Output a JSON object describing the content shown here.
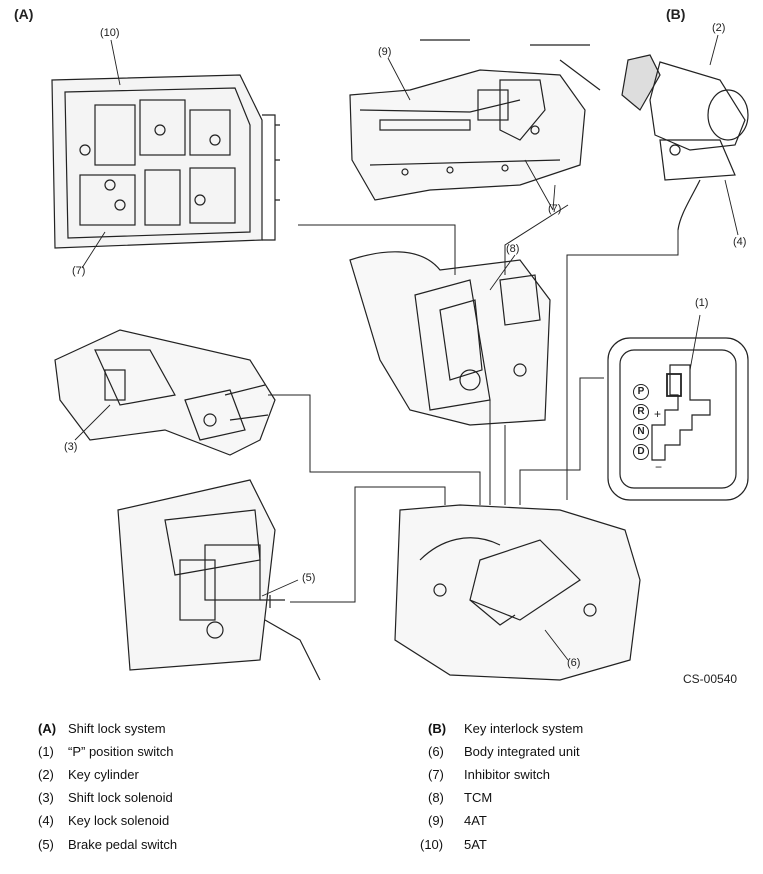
{
  "panel_labels": {
    "a": "(A)",
    "b": "(B)"
  },
  "callouts": {
    "n1": "(1)",
    "n2": "(2)",
    "n3": "(3)",
    "n4": "(4)",
    "n5": "(5)",
    "n6": "(6)",
    "n7a": "(7)",
    "n7b": "(7)",
    "n8": "(8)",
    "n9": "(9)",
    "n10": "(10)"
  },
  "shifter_letters": [
    "P",
    "R",
    "N",
    "D"
  ],
  "shifter_plus": "+",
  "shifter_minus": "−",
  "figure_code": "CS-00540",
  "legend": {
    "left": [
      {
        "key": "(A)",
        "text": "Shift lock system",
        "bold": true
      },
      {
        "key": "(1)",
        "text": "“P” position switch"
      },
      {
        "key": "(2)",
        "text": "Key cylinder"
      },
      {
        "key": "(3)",
        "text": "Shift lock solenoid"
      },
      {
        "key": "(4)",
        "text": "Key lock solenoid"
      },
      {
        "key": "(5)",
        "text": "Brake pedal switch"
      }
    ],
    "right": [
      {
        "key": "(B)",
        "text": "Key interlock system",
        "bold": true
      },
      {
        "key": "(6)",
        "text": "Body integrated unit"
      },
      {
        "key": "(7)",
        "text": "Inhibitor switch"
      },
      {
        "key": "(8)",
        "text": "TCM"
      },
      {
        "key": "(9)",
        "text": "4AT"
      },
      {
        "key": "(10)",
        "text": "5AT"
      }
    ]
  }
}
